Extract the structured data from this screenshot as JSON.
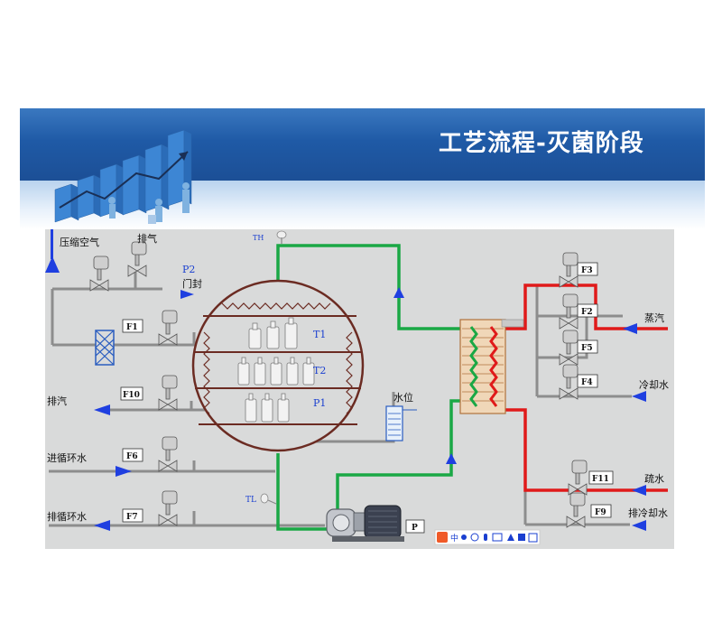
{
  "header": {
    "title": "工艺流程-灭菌阶段",
    "colors": {
      "banner": "#1f5aa6",
      "title_text": "#ffffff"
    }
  },
  "diagram": {
    "colors": {
      "background": "#d9dada",
      "pipe": "#8d8d8d",
      "flow_arrow": "#1f3fe0",
      "green_loop": "#1aa845",
      "red_loop": "#e01a1a",
      "tank_outline": "#6b2b22"
    },
    "labels": {
      "compressed_air": "压缩空气",
      "exhaust_top": "排气",
      "p2": "P2",
      "door_seal": "门封",
      "th": "TH",
      "exhaust_left": "排汽",
      "inlet_circ_water": "进循环水",
      "outlet_circ_water": "排循环水",
      "tl": "TL",
      "water_level": "水位",
      "steam": "蒸汽",
      "cooling_water": "冷却水",
      "drain_water": "疏水",
      "drain_cooling_water": "排冷却水",
      "t1": "T1",
      "t2": "T2",
      "p1": "P1",
      "pump": "P"
    },
    "valves": [
      "F1",
      "F10",
      "F6",
      "F7",
      "F3",
      "F2",
      "F5",
      "F4",
      "F11",
      "F9"
    ],
    "ime_bar": "中"
  }
}
